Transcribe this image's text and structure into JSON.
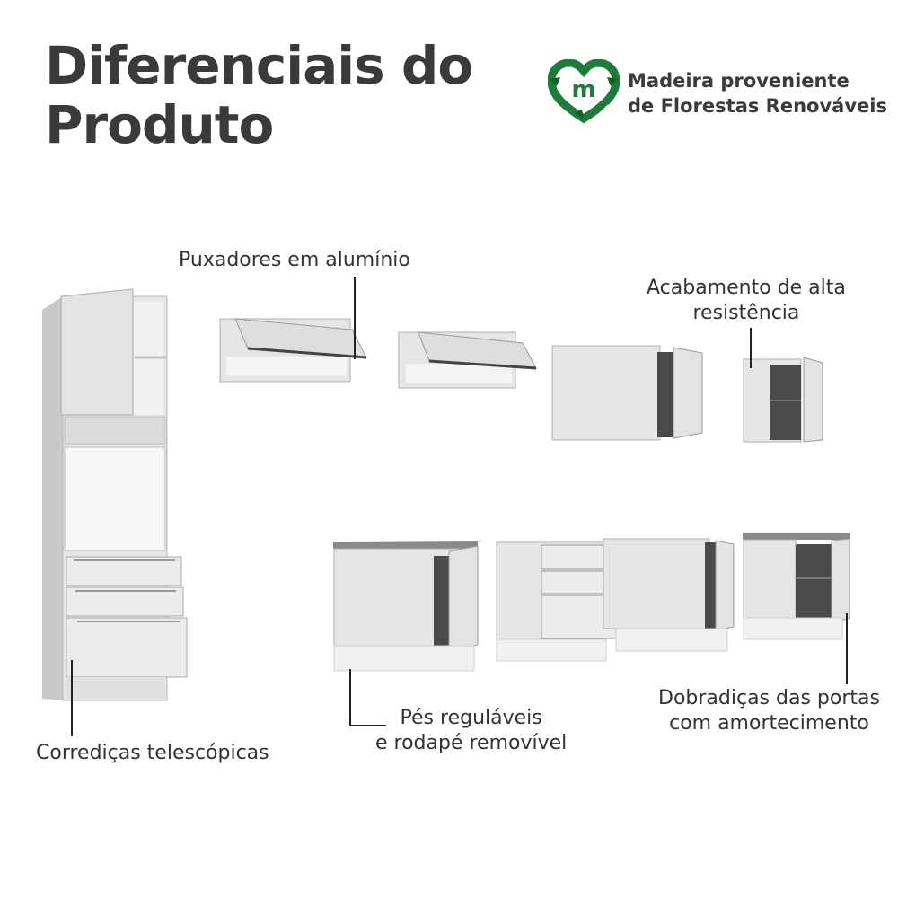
{
  "title": {
    "line1": "Diferenciais do",
    "line2": "Produto"
  },
  "badge": {
    "icon_letter": "m",
    "line1": "Madeira proveniente",
    "line2": "de Florestas Renováveis",
    "green": "#1f7a3b",
    "green_dark": "#165c2c"
  },
  "callouts": {
    "handles": "Puxadores em alumínio",
    "finish_line1": "Acabamento de alta",
    "finish_line2": "resistência",
    "slides": "Corrediças telescópicas",
    "feet_line1": "Pés reguláveis",
    "feet_line2": "e rodapé removível",
    "hinges_line1": "Dobradiças das portas",
    "hinges_line2": "com amortecimento"
  },
  "colors": {
    "cabinet_face": "#e6e6e6",
    "cabinet_side": "#c9c9c9",
    "cabinet_dark": "#4a4a4a",
    "countertop": "#8a8a8a",
    "line": "#222222"
  }
}
